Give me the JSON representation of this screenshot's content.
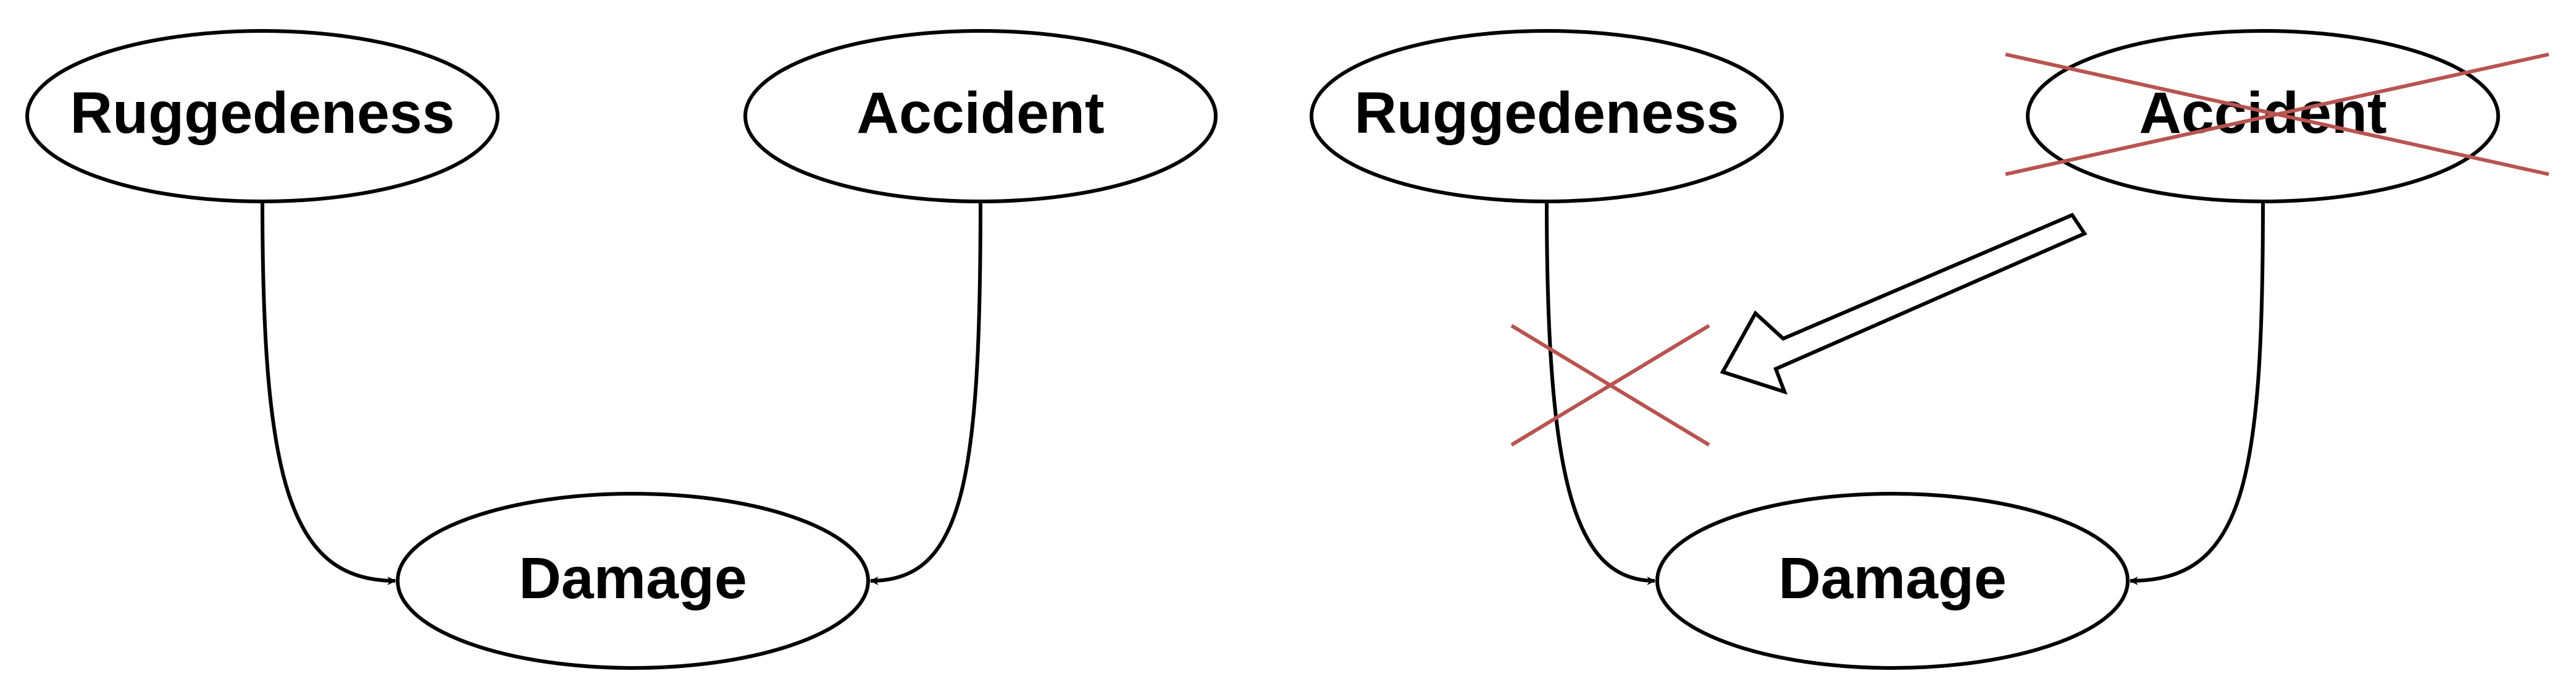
{
  "colors": {
    "stroke": "#000000",
    "cross": "#b85450",
    "fill": "#ffffff"
  },
  "left_graph": {
    "nodes": {
      "ruggedeness": "Ruggedeness",
      "accident": "Accident",
      "damage": "Damage"
    },
    "edges": [
      {
        "from": "Ruggedeness",
        "to": "Damage"
      },
      {
        "from": "Accident",
        "to": "Damage"
      }
    ]
  },
  "right_graph": {
    "nodes": {
      "ruggedeness": "Ruggedeness",
      "accident": "Accident",
      "damage": "Damage"
    },
    "edges": [
      {
        "from": "Ruggedeness",
        "to": "Damage",
        "crossed_out": true
      },
      {
        "from": "Accident",
        "to": "Damage"
      }
    ],
    "crossed_out_node": "Accident",
    "arrow": {
      "from": "Accident",
      "toward": "Ruggedeness → Damage edge",
      "icon": "hollow-block-arrow"
    }
  }
}
